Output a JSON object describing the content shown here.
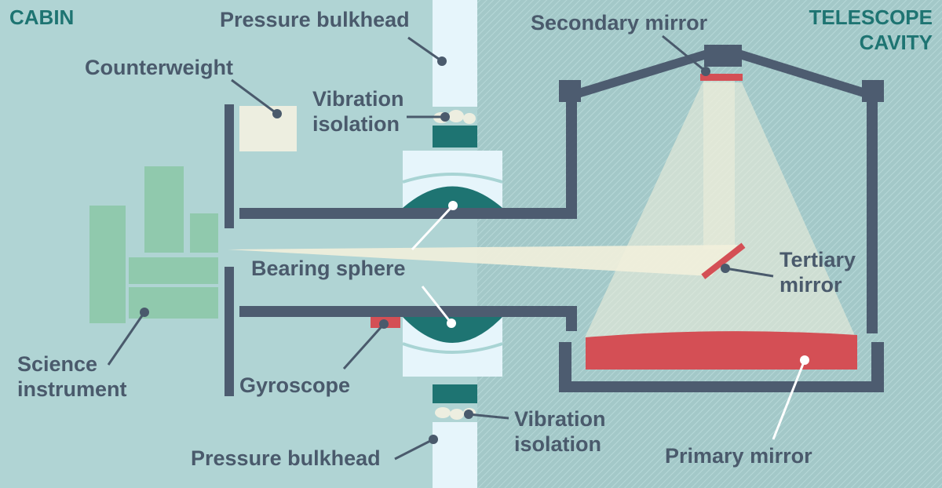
{
  "regions": {
    "cabin": "CABIN",
    "telescope_cavity_line1": "TELESCOPE",
    "telescope_cavity_line2": "CAVITY"
  },
  "labels": {
    "pressure_bulkhead_top": "Pressure bulkhead",
    "counterweight": "Counterweight",
    "vibration_isolation_top_line1": "Vibration",
    "vibration_isolation_top_line2": "isolation",
    "secondary_mirror": "Secondary mirror",
    "bearing_sphere": "Bearing sphere",
    "tertiary_mirror_line1": "Tertiary",
    "tertiary_mirror_line2": "mirror",
    "science_instrument_line1": "Science",
    "science_instrument_line2": "instrument",
    "gyroscope": "Gyroscope",
    "vibration_isolation_bottom_line1": "Vibration",
    "vibration_isolation_bottom_line2": "isolation",
    "pressure_bulkhead_bottom": "Pressure bulkhead",
    "primary_mirror": "Primary mirror"
  },
  "colors": {
    "cabin_background": "#b0d4d4",
    "cavity_background": "#a3c8c8",
    "frame": "#4d5c70",
    "mirror": "#d44f55",
    "bearing": "#1e7472",
    "bulkhead": "#e6f5fb",
    "instrument": "#90c9ad",
    "light_beam": "#f2f0dc",
    "region_text": "#1e7472",
    "label_text": "#4a5a6c"
  }
}
